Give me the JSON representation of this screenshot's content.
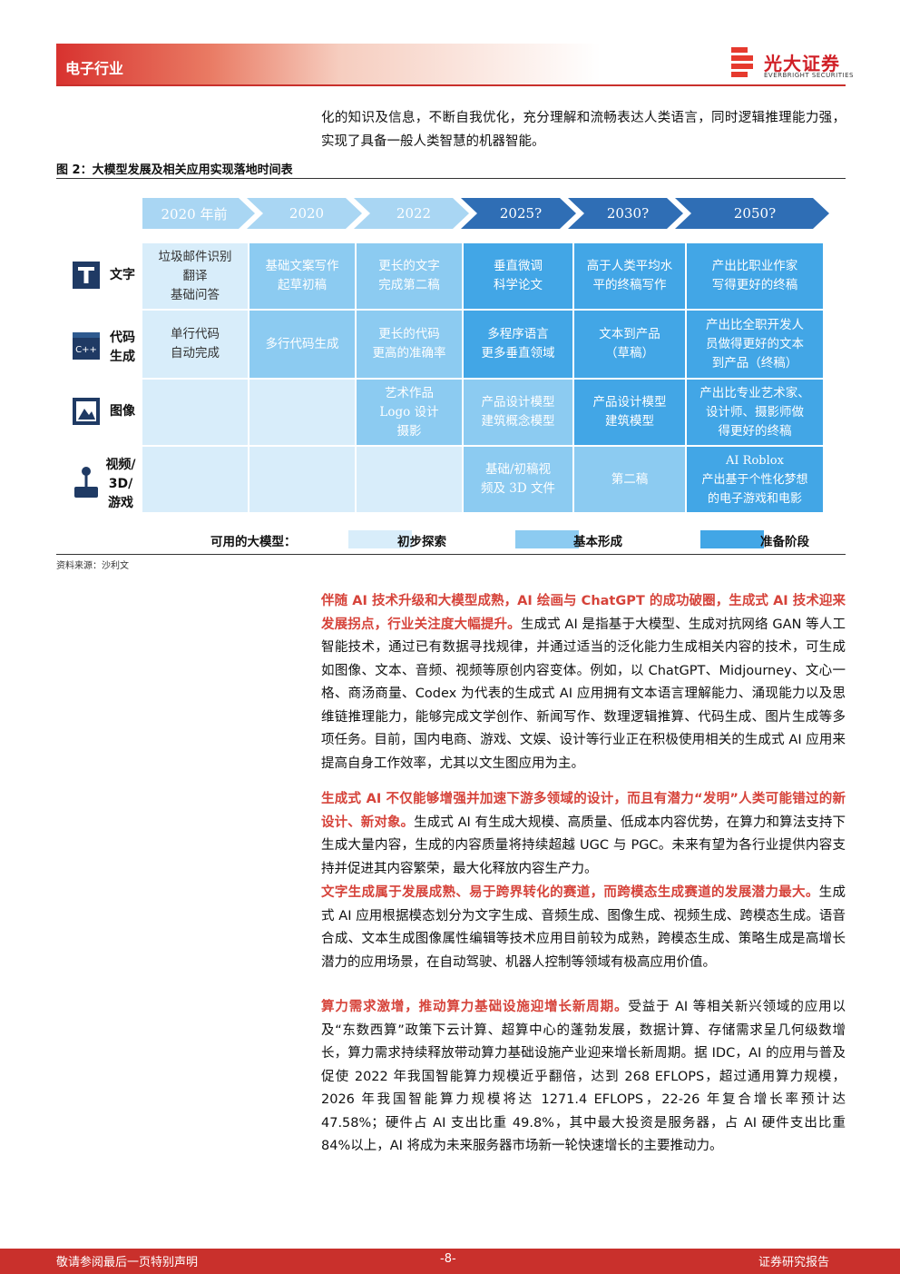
{
  "header": {
    "section": "电子行业",
    "brand_name": "光大证券",
    "brand_sub": "EVERBRIGHT SECURITIES"
  },
  "intro_text": "化的知识及信息，不断自我优化，充分理解和流畅表达人类语言，同时逻辑推理能力强，实现了具备一般人类智慧的机器智能。",
  "figure": {
    "caption": "图 2：大模型发展及相关应用实现落地时间表",
    "source": "资料来源：沙利文",
    "timeline": [
      "2020 年前",
      "2020",
      "2022",
      "2025?",
      "2030?",
      "2050?"
    ],
    "rows": [
      {
        "label": "文字",
        "icon": "text-t-icon",
        "cells": [
          "垃圾邮件识别\n翻译\n基础问答",
          "基础文案写作\n起草初稿",
          "更长的文字\n完成第二稿",
          "垂直微调\n科学论文",
          "高于人类平均水\n平的终稿写作",
          "产出比职业作家\n写得更好的终稿"
        ]
      },
      {
        "label": "代码\n生成",
        "icon": "code-icon",
        "cells": [
          "单行代码\n自动完成",
          "多行代码生成",
          "更长的代码\n更高的准确率",
          "多程序语言\n更多垂直领域",
          "文本到产品\n（草稿）",
          "产出比全职开发人\n员做得更好的文本\n到产品（终稿）"
        ]
      },
      {
        "label": "图像",
        "icon": "image-icon",
        "cells": [
          "",
          "",
          "艺术作品\nLogo 设计\n摄影",
          "产品设计模型\n建筑概念模型",
          "产品设计模型\n建筑模型",
          "产出比专业艺术家、\n设计师、摄影师做\n得更好的终稿"
        ]
      },
      {
        "label": "视频/\n3D/\n游戏",
        "icon": "joystick-icon",
        "cells": [
          "",
          "",
          "",
          "基础/初稿视\n频及 3D 文件",
          "第二稿",
          "AI Roblox\n产出基于个性化梦想\n的电子游戏和电影"
        ]
      }
    ],
    "legend": {
      "title": "可用的大模型：",
      "items": [
        "初步探索",
        "基本形成",
        "准备阶段"
      ]
    }
  },
  "paragraphs": [
    {
      "highlight": "伴随 AI 技术升级和大模型成熟，AI 绘画与 ChatGPT 的成功破圈，生成式 AI 技术迎来发展拐点，行业关注度大幅提升。",
      "body": "生成式 AI 是指基于大模型、生成对抗网络 GAN 等人工智能技术，通过已有数据寻找规律，并通过适当的泛化能力生成相关内容的技术，可生成如图像、文本、音频、视频等原创内容变体。例如，以 ChatGPT、Midjourney、文心一格、商汤商量、Codex 为代表的生成式 AI 应用拥有文本语言理解能力、涌现能力以及思维链推理能力，能够完成文学创作、新闻写作、数理逻辑推算、代码生成、图片生成等多项任务。目前，国内电商、游戏、文娱、设计等行业正在积极使用相关的生成式 AI 应用来提高自身工作效率，尤其以文生图应用为主。"
    },
    {
      "highlight": "生成式 AI 不仅能够增强并加速下游多领域的设计，而且有潜力“发明”人类可能错过的新设计、新对象。",
      "body": "生成式 AI 有生成大规模、高质量、低成本内容优势，在算力和算法支持下生成大量内容，生成的内容质量将持续超越 UGC 与 PGC。未来有望为各行业提供内容支持并促进其内容繁荣，最大化释放内容生产力。"
    },
    {
      "highlight": "文字生成属于发展成熟、易于跨界转化的赛道，而跨模态生成赛道的发展潜力最大。",
      "body": "生成式 AI 应用根据模态划分为文字生成、音频生成、图像生成、视频生成、跨模态生成。语音合成、文本生成图像属性编辑等技术应用目前较为成熟，跨模态生成、策略生成是高增长潜力的应用场景，在自动驾驶、机器人控制等领域有极高应用价值。"
    },
    {
      "highlight": "算力需求激增，推动算力基础设施迎增长新周期。",
      "body": "受益于 AI 等相关新兴领域的应用以及“东数西算”政策下云计算、超算中心的蓬勃发展，数据计算、存储需求呈几何级数增长，算力需求持续释放带动算力基础设施产业迎来增长新周期。据 IDC，AI 的应用与普及促使 2022 年我国智能算力规模近乎翻倍，达到 268 EFLOPS，超过通用算力规模，2026 年我国智能算力规模将达 1271.4 EFLOPS，22-26 年复合增长率预计达 47.58%；硬件占 AI 支出比重 49.8%，其中最大投资是服务器，占 AI 硬件支出比重 84%以上，AI 将成为未来服务器市场新一轮快速增长的主要推动力。"
    }
  ],
  "footer": {
    "left": "敬请参阅最后一页特别声明",
    "page": "-8-",
    "right": "证券研究报告"
  },
  "colors": {
    "brand_red": "#c9302c",
    "stage1": "#d8edfa",
    "stage2": "#8ccbf1",
    "stage3": "#42a6e6",
    "arrow_light": "#a9d6f3",
    "arrow_dark": "#2f6eb5",
    "highlight": "#d6433a"
  }
}
